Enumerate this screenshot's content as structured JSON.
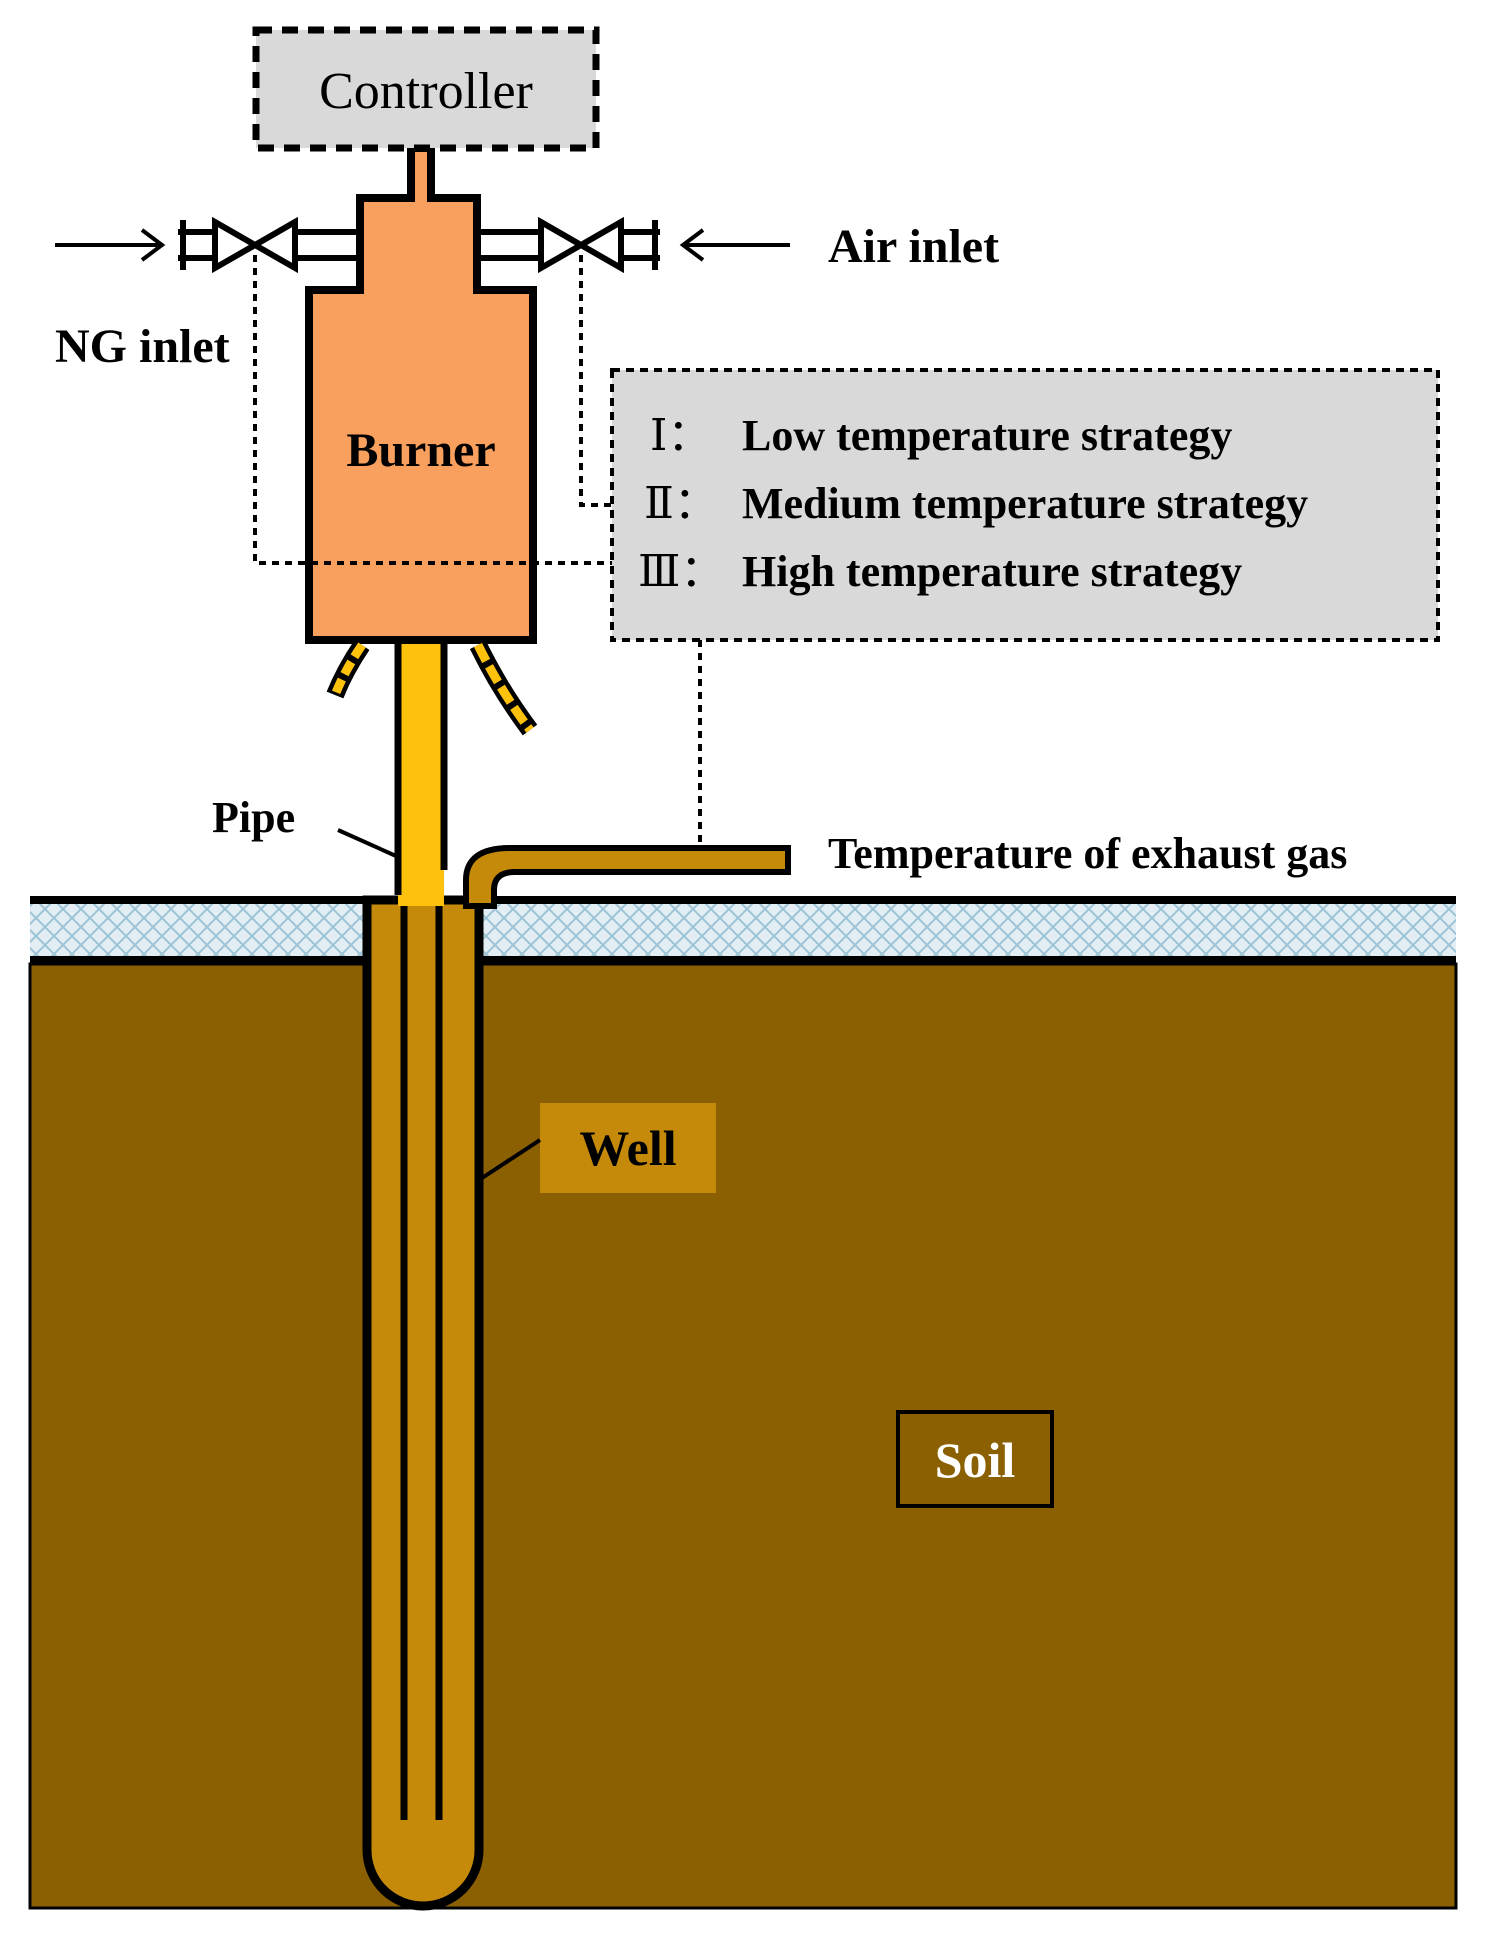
{
  "labels": {
    "controller": "Controller",
    "air_inlet": "Air inlet",
    "ng_inlet": "NG inlet",
    "burner": "Burner",
    "pipe": "Pipe",
    "exhaust_temp": "Temperature of exhaust gas",
    "well": "Well",
    "soil": "Soil"
  },
  "strategies": [
    {
      "numeral": "Ⅰ：",
      "text": "Low temperature strategy"
    },
    {
      "numeral": "Ⅱ：",
      "text": "Medium temperature strategy"
    },
    {
      "numeral": "Ⅲ：",
      "text": "High temperature strategy"
    }
  ],
  "colors": {
    "soil": "#8B6003",
    "well_fill": "#C58A0A",
    "pipe": "#FFC20C",
    "burner": "#F9A05E",
    "controller_box": "#D9D9D9",
    "strategy_box": "#D9D9D9",
    "ground_hatch": "#9CC3D6"
  }
}
